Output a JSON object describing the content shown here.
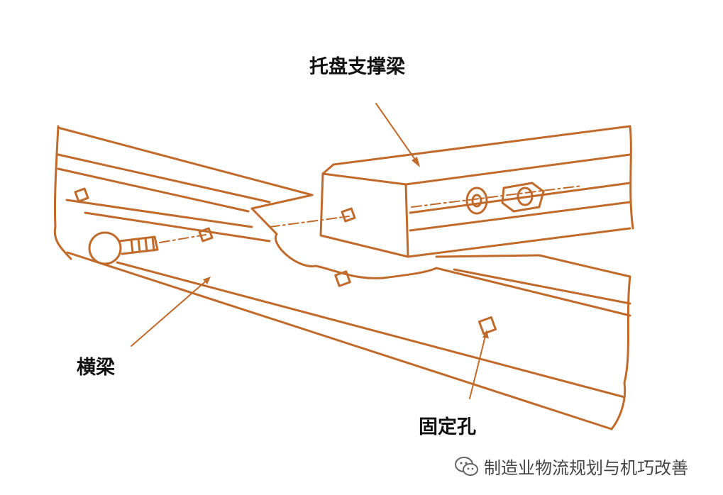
{
  "labels": {
    "support_beam": "托盘支撑梁",
    "cross_beam": "横梁",
    "fixing_hole": "固定孔"
  },
  "watermark": {
    "icon": "wechat-icon",
    "text": "制造业物流规划与机巧改善"
  },
  "colors": {
    "line": "#C06A2B",
    "text": "#111111",
    "background": "#FFFFFF"
  }
}
